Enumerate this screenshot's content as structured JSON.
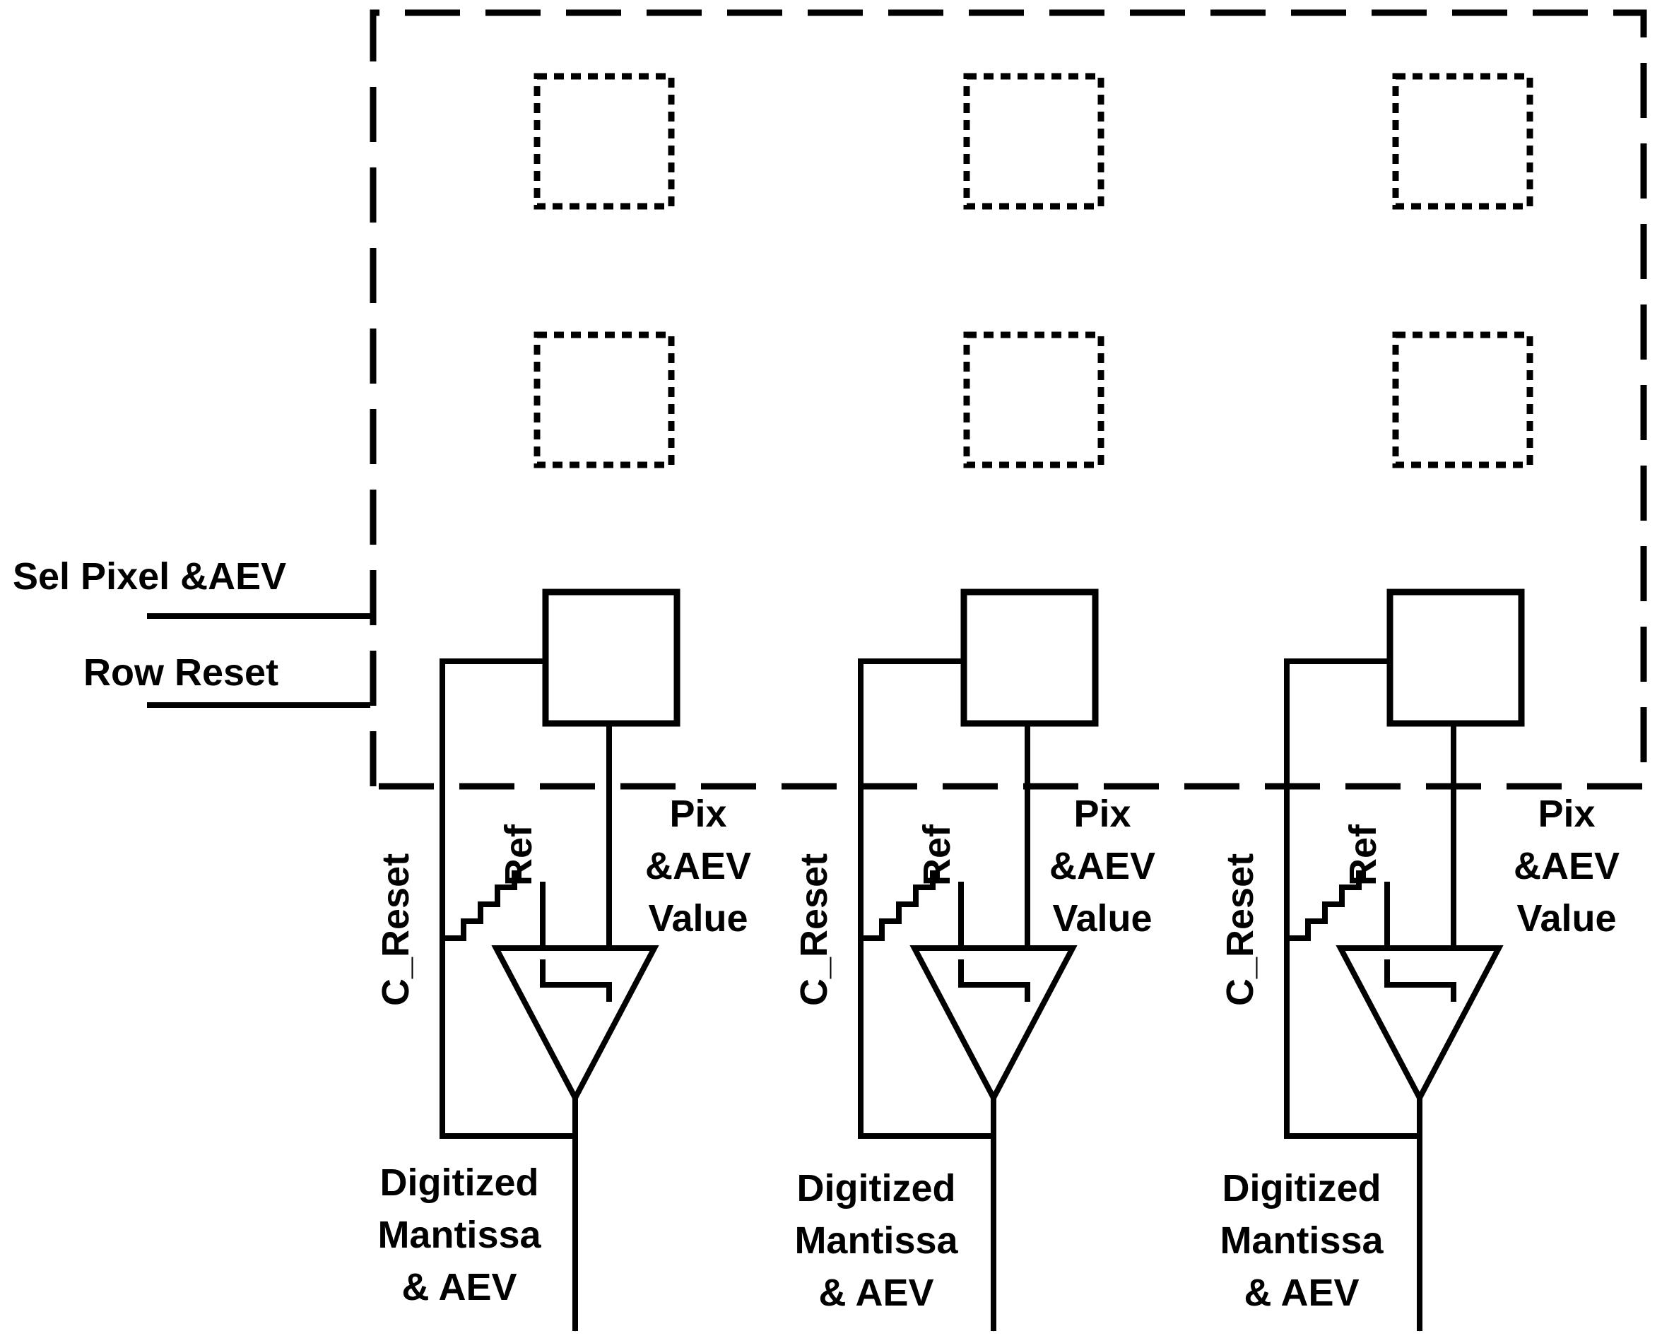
{
  "inputs": {
    "sel_pixel": "Sel Pixel &AEV",
    "row_reset": "Row Reset"
  },
  "columns": [
    {
      "c_reset": "C_Reset",
      "ref": "Ref",
      "pix_value": [
        "Pix",
        "&AEV",
        "Value"
      ],
      "output": [
        "Digitized",
        "Mantissa",
        "& AEV"
      ]
    },
    {
      "c_reset": "C_Reset",
      "ref": "Ref",
      "pix_value": [
        "Pix",
        "&AEV",
        "Value"
      ],
      "output": [
        "Digitized",
        "Mantissa",
        "& AEV"
      ]
    },
    {
      "c_reset": "C_Reset",
      "ref": "Ref",
      "pix_value": [
        "Pix",
        "&AEV",
        "Value"
      ],
      "output": [
        "Digitized",
        "Mantissa",
        "& AEV"
      ]
    }
  ]
}
